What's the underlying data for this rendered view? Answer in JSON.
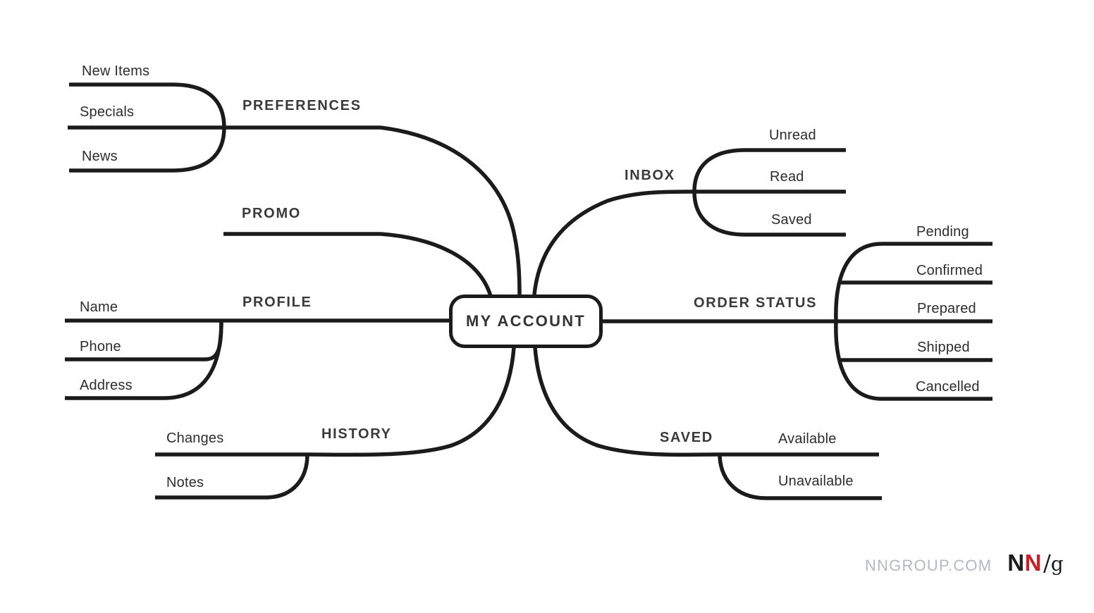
{
  "diagram": {
    "center_label": "MY ACCOUNT",
    "branches": {
      "preferences": {
        "label": "PREFERENCES",
        "children": {
          "new_items": "New Items",
          "specials": "Specials",
          "news": "News"
        }
      },
      "promo": {
        "label": "PROMO"
      },
      "profile": {
        "label": "PROFILE",
        "children": {
          "name": "Name",
          "phone": "Phone",
          "address": "Address"
        }
      },
      "history": {
        "label": "HISTORY",
        "children": {
          "changes": "Changes",
          "notes": "Notes"
        }
      },
      "inbox": {
        "label": "INBOX",
        "children": {
          "unread": "Unread",
          "read": "Read",
          "saved": "Saved"
        }
      },
      "order_status": {
        "label": "ORDER STATUS",
        "children": {
          "pending": "Pending",
          "confirmed": "Confirmed",
          "prepared": "Prepared",
          "shipped": "Shipped",
          "cancelled": "Cancelled"
        }
      },
      "saved": {
        "label": "SAVED",
        "children": {
          "available": "Available",
          "unavailable": "Unavailable"
        }
      }
    },
    "footer": {
      "website": "NNGROUP.COM",
      "logo": {
        "n_black": "N",
        "n_red": "N",
        "slash": "/",
        "g": "g"
      }
    },
    "colors": {
      "line": "#1b1b1b",
      "text": "#2d2d2d",
      "branch_text": "#3a3a3a",
      "footer_gray": "#b5b8bd",
      "logo_red": "#cb2026"
    }
  }
}
